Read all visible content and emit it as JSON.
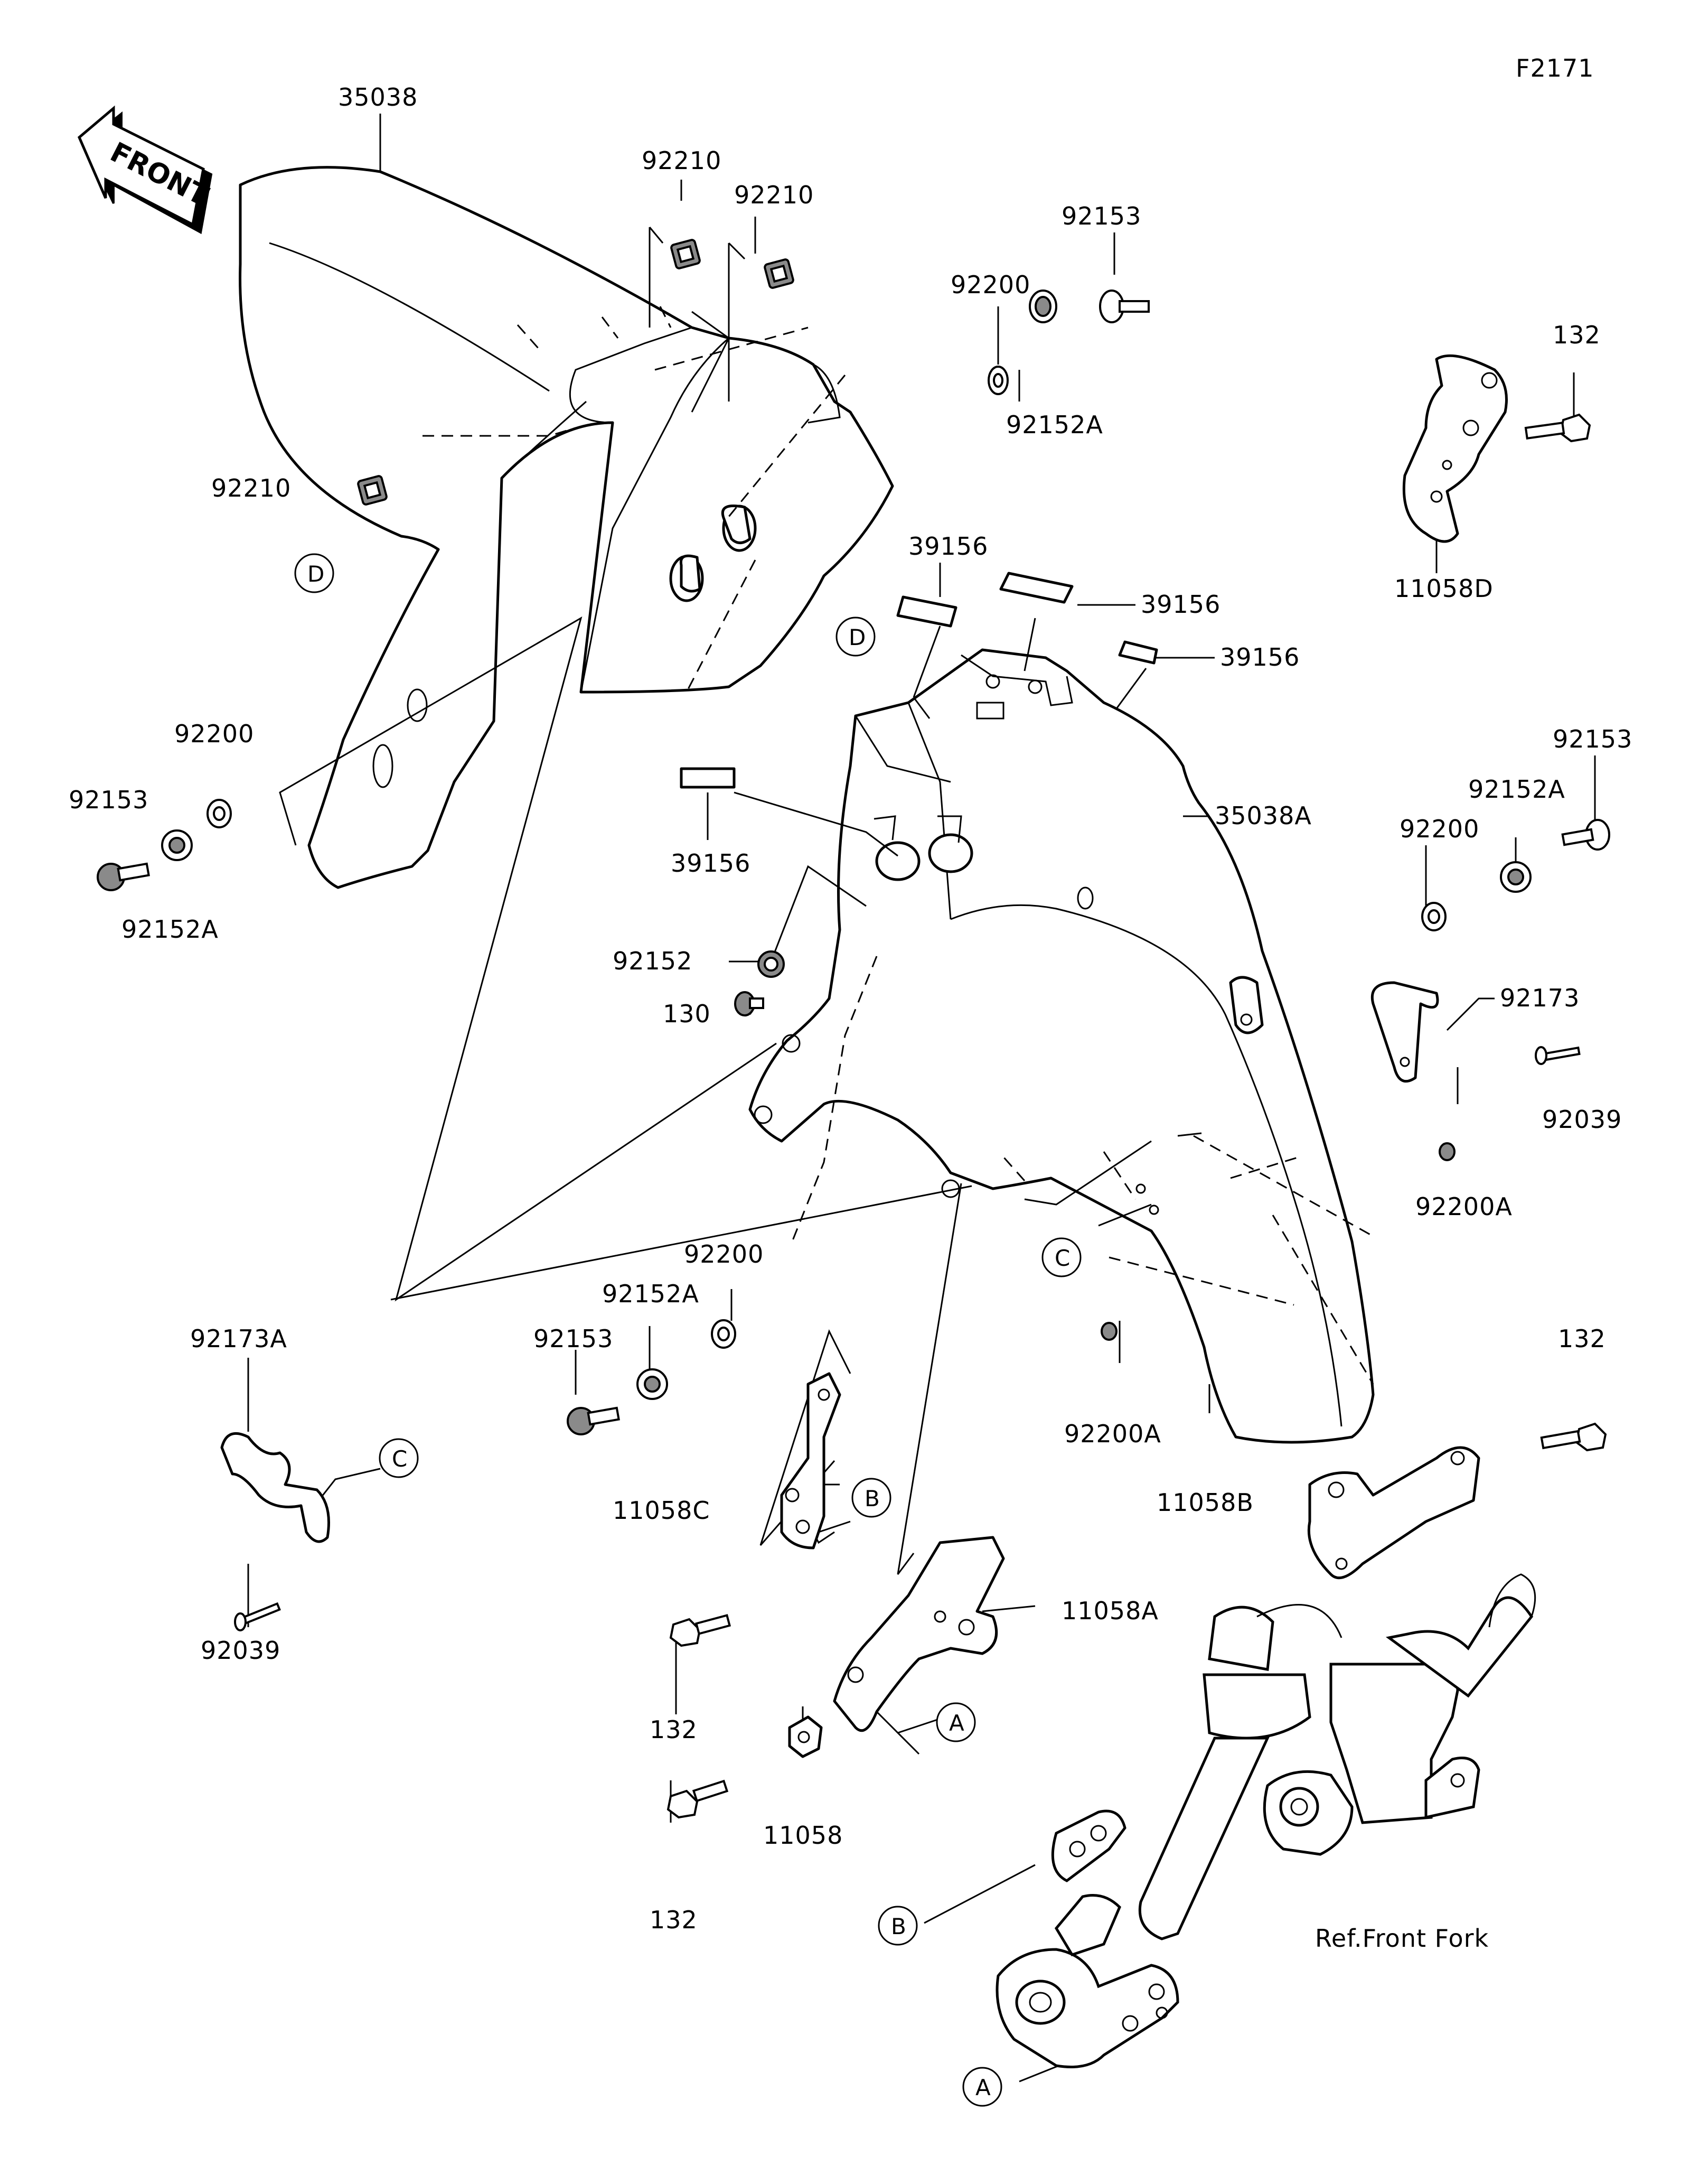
{
  "diagram": {
    "code": "F2171",
    "front_arrow": "FRONT",
    "ref_note": "Ref.Front Fork",
    "labels": [
      {
        "id": "l1",
        "text": "35038"
      },
      {
        "id": "l2",
        "text": "92210"
      },
      {
        "id": "l3",
        "text": "92210"
      },
      {
        "id": "l4",
        "text": "92153"
      },
      {
        "id": "l5",
        "text": "92200"
      },
      {
        "id": "l6",
        "text": "92152A"
      },
      {
        "id": "l7",
        "text": "132"
      },
      {
        "id": "l8",
        "text": "11058D"
      },
      {
        "id": "l9",
        "text": "92210"
      },
      {
        "id": "l10",
        "text": "39156"
      },
      {
        "id": "l11",
        "text": "39156"
      },
      {
        "id": "l12",
        "text": "39156"
      },
      {
        "id": "l13",
        "text": "39156"
      },
      {
        "id": "l14",
        "text": "35038A"
      },
      {
        "id": "l15",
        "text": "92200"
      },
      {
        "id": "l16",
        "text": "92153"
      },
      {
        "id": "l17",
        "text": "92152A"
      },
      {
        "id": "l18",
        "text": "92153"
      },
      {
        "id": "l19",
        "text": "92200"
      },
      {
        "id": "l20",
        "text": "92152A"
      },
      {
        "id": "l21",
        "text": "92152"
      },
      {
        "id": "l22",
        "text": "130"
      },
      {
        "id": "l23",
        "text": "92173"
      },
      {
        "id": "l24",
        "text": "92039"
      },
      {
        "id": "l25",
        "text": "92200A"
      },
      {
        "id": "l26",
        "text": "92200"
      },
      {
        "id": "l27",
        "text": "92152A"
      },
      {
        "id": "l28",
        "text": "92153"
      },
      {
        "id": "l29",
        "text": "92173A"
      },
      {
        "id": "l30",
        "text": "92039"
      },
      {
        "id": "l31",
        "text": "132"
      },
      {
        "id": "l32",
        "text": "11058B"
      },
      {
        "id": "l33",
        "text": "92200A"
      },
      {
        "id": "l34",
        "text": "11058C"
      },
      {
        "id": "l35",
        "text": "132"
      },
      {
        "id": "l36",
        "text": "11058A"
      },
      {
        "id": "l37",
        "text": "11058"
      },
      {
        "id": "l38",
        "text": "132"
      }
    ],
    "callouts": [
      {
        "id": "c1",
        "text": "D"
      },
      {
        "id": "c2",
        "text": "D"
      },
      {
        "id": "c3",
        "text": "C"
      },
      {
        "id": "c4",
        "text": "C"
      },
      {
        "id": "c5",
        "text": "B"
      },
      {
        "id": "c6",
        "text": "A"
      },
      {
        "id": "c7",
        "text": "B"
      },
      {
        "id": "c8",
        "text": "A"
      }
    ]
  }
}
